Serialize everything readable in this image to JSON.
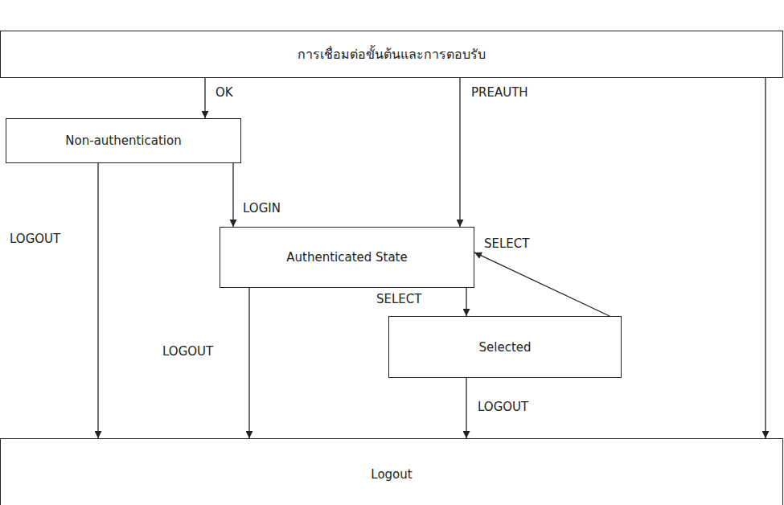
{
  "diagram": {
    "nodes": [
      {
        "text": [
          "การเชื่อมต่อขั้นต้นและการตอบรับ"
        ]
      },
      {
        "text": [
          "Non-authentication"
        ]
      },
      {
        "text": [
          "Authenticated State"
        ]
      },
      {
        "text": [
          "Selected"
        ]
      },
      {
        "text": [
          "Logout"
        ]
      }
    ],
    "edges": [
      {
        "from": 0,
        "to": 1,
        "label": "OK",
        "arrow": "to"
      },
      {
        "from": 0,
        "to": 2,
        "label": "PREAUTH",
        "arrow": "to"
      },
      {
        "from": 0,
        "to": 4,
        "arrow": "to"
      },
      {
        "from": 1,
        "to": 2,
        "label": "LOGIN",
        "arrow": "to"
      },
      {
        "from": 1,
        "to": 4,
        "label": "LOGOUT",
        "arrow": "to"
      },
      {
        "from": 2,
        "to": 3,
        "label": "SELECT",
        "arrow": "to"
      },
      {
        "from": 3,
        "to": 2,
        "label": "SELECT",
        "arrow": "to"
      },
      {
        "from": 2,
        "to": 4,
        "label": "LOGOUT",
        "arrow": "to"
      },
      {
        "from": 3,
        "to": 4,
        "label": "LOGOUT",
        "arrow": "to"
      }
    ]
  }
}
